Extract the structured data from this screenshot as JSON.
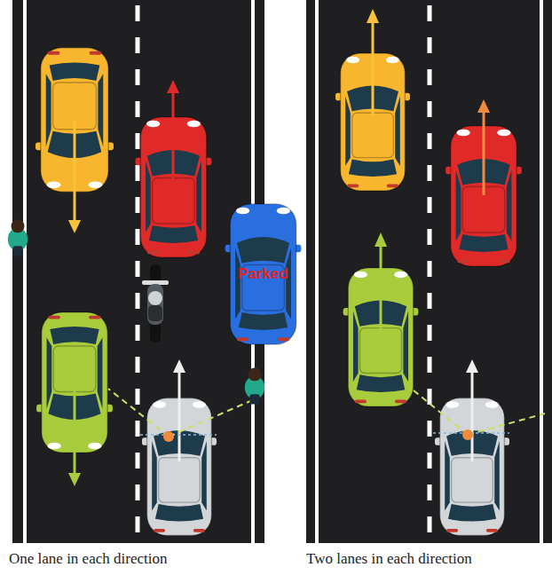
{
  "diagram": {
    "nodes": [
      {
        "text": [
          "Parked"
        ]
      }
    ],
    "labels": [
      "One lane in each direction",
      "Two lanes in each direction"
    ]
  }
}
